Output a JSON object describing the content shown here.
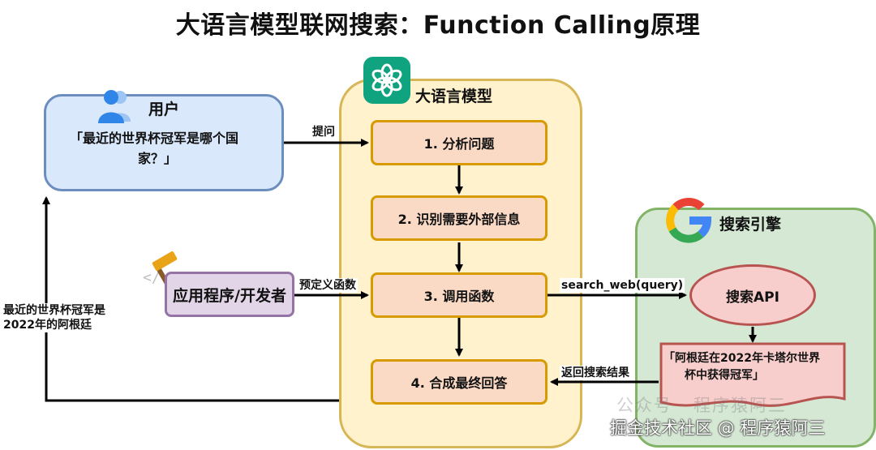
{
  "title": "大语言模型联网搜索：Function Calling原理",
  "user": {
    "title": "用户",
    "question_line1": "「最近的世界杯冠军是哪个国",
    "question_line2": "家？」"
  },
  "llm": {
    "title": "大语言模型",
    "steps": [
      "1. 分析问题",
      "2. 识别需要外部信息",
      "3. 调用函数",
      "4. 合成最终回答"
    ]
  },
  "developer": {
    "label": "应用程序/开发者"
  },
  "search_engine": {
    "title": "搜索引擎",
    "api_label": "搜索API",
    "result_line1": "「阿根廷在2022年卡塔尔世界",
    "result_line2": "杯中获得冠军」"
  },
  "edges": {
    "ask": "提问",
    "predefine": "预定义函数",
    "call": "search_web(query)",
    "return": "返回搜索结果",
    "answer_line1": "最近的世界杯冠军是",
    "answer_line2": "2022年的阿根廷"
  },
  "watermark": {
    "faint": "公众号 · 程序猿阿三",
    "line": "掘金技术社区 @ 程序猿阿三"
  },
  "colors": {
    "user_fill": "#dae8fc",
    "user_border": "#6c8ebf",
    "llm_fill": "#fff2cc",
    "llm_border": "#d6b656",
    "step_fill": "#fad9c5",
    "step_border": "#d79b00",
    "search_fill": "#d5e8d4",
    "search_border": "#82b366",
    "api_fill": "#f8cecc",
    "api_border": "#b85450",
    "dev_fill": "#e1d5e7",
    "dev_border": "#9673a6",
    "openai_green": "#10a37f"
  },
  "icons": [
    "user-icon",
    "openai-logo-icon",
    "google-logo-icon",
    "hammer-icon"
  ]
}
